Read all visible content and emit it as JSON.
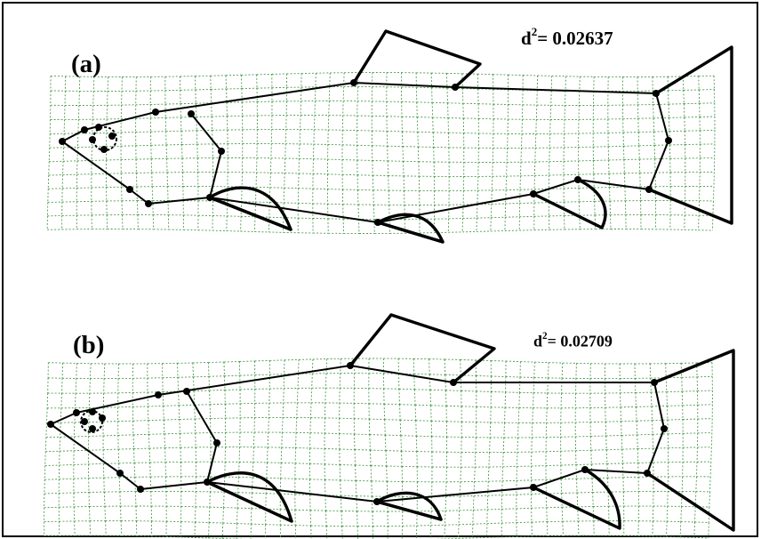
{
  "panels": [
    {
      "label": "(a)",
      "stat_prefix": "d",
      "stat_exp": "2",
      "stat_value": "= 0.02637",
      "dots": [
        [
          70,
          159
        ],
        [
          95,
          146
        ],
        [
          104,
          157
        ],
        [
          117,
          168
        ],
        [
          126,
          153
        ],
        [
          111,
          143
        ],
        [
          175,
          126
        ],
        [
          215,
          128
        ],
        [
          249,
          170
        ],
        [
          236,
          222
        ],
        [
          167,
          229
        ],
        [
          146,
          213
        ],
        [
          398,
          93
        ],
        [
          512,
          98
        ],
        [
          738,
          105
        ],
        [
          752,
          158
        ],
        [
          730,
          213
        ],
        [
          650,
          202
        ],
        [
          600,
          218
        ],
        [
          425,
          250
        ]
      ],
      "outline": [
        [
          70,
          159
        ],
        [
          95,
          146
        ],
        [
          175,
          126
        ],
        [
          398,
          93
        ],
        [
          512,
          98
        ],
        [
          738,
          105
        ],
        [
          752,
          158
        ],
        [
          730,
          213
        ],
        [
          650,
          202
        ],
        [
          600,
          218
        ],
        [
          425,
          250
        ],
        [
          236,
          222
        ],
        [
          167,
          229
        ],
        [
          146,
          213
        ],
        [
          70,
          159
        ]
      ],
      "branch": [
        [
          215,
          128
        ],
        [
          249,
          170
        ],
        [
          236,
          222
        ]
      ],
      "eye": [
        118,
        156,
        13
      ],
      "fins": [
        "M398,93 L434,35 L540,72 L512,98",
        "M738,105 L823,53 L823,251 L730,213",
        "M236,222 C262,206 305,200 327,258 Z",
        "M425,250 C452,236 482,236 498,272 Z",
        "M600,218 L677,256 C687,236 678,215 650,202",
        "M236,222 L327,258",
        "M425,250 L498,272"
      ],
      "grid_start": [
        55,
        84
      ],
      "grid_stepx": 16.6,
      "grid_stepy": 16.0,
      "grid_cols": 48,
      "grid_rows": 11,
      "grid_right": 808,
      "grid_amp": 5
    },
    {
      "label": "(b)",
      "stat_prefix": "d",
      "stat_exp": "2",
      "stat_value": "= 0.02709",
      "dots": [
        [
          57,
          177
        ],
        [
          86,
          164
        ],
        [
          95,
          174
        ],
        [
          104,
          182
        ],
        [
          115,
          170
        ],
        [
          104,
          163
        ],
        [
          178,
          144
        ],
        [
          210,
          140
        ],
        [
          244,
          198
        ],
        [
          233,
          242
        ],
        [
          158,
          250
        ],
        [
          135,
          232
        ],
        [
          394,
          111
        ],
        [
          510,
          130
        ],
        [
          736,
          130
        ],
        [
          747,
          182
        ],
        [
          728,
          232
        ],
        [
          658,
          228
        ],
        [
          600,
          248
        ],
        [
          424,
          264
        ]
      ],
      "outline": [
        [
          57,
          177
        ],
        [
          86,
          164
        ],
        [
          178,
          144
        ],
        [
          394,
          111
        ],
        [
          510,
          130
        ],
        [
          736,
          130
        ],
        [
          747,
          182
        ],
        [
          728,
          232
        ],
        [
          658,
          228
        ],
        [
          600,
          248
        ],
        [
          424,
          264
        ],
        [
          233,
          242
        ],
        [
          158,
          250
        ],
        [
          135,
          232
        ],
        [
          57,
          177
        ]
      ],
      "branch": [
        [
          210,
          140
        ],
        [
          244,
          198
        ],
        [
          233,
          242
        ]
      ],
      "eye": [
        103,
        174,
        12
      ],
      "fins": [
        "M394,111 L440,54 L556,92 L510,130",
        "M736,130 L825,94 L825,296 L728,232",
        "M233,242 C264,226 309,221 328,286 Z",
        "M424,264 C451,248 485,250 496,284 Z",
        "M600,248 L697,294 C698,271 688,245 658,228",
        "M233,242 L328,286",
        "M424,264 L496,284"
      ],
      "grid_start": [
        52,
        106
      ],
      "grid_stepx": 16.6,
      "grid_stepy": 16.6,
      "grid_cols": 47,
      "grid_rows": 12,
      "grid_right": 808,
      "grid_amp": 6
    }
  ]
}
